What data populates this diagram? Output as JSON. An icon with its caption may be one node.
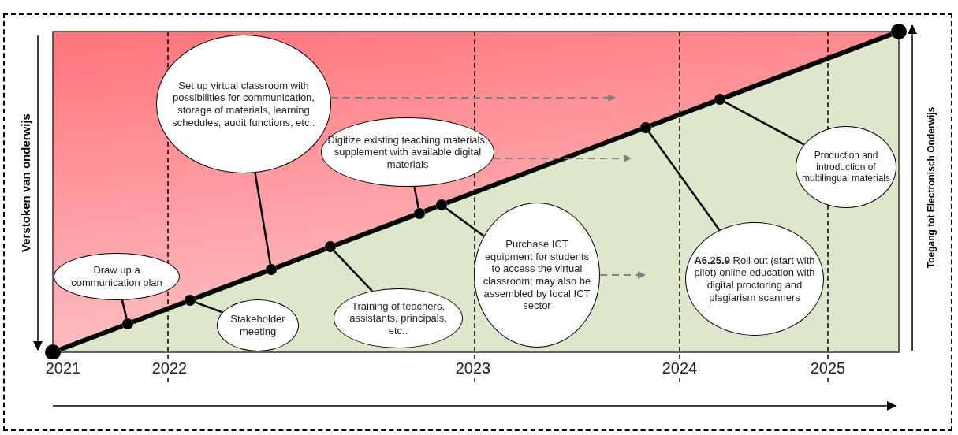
{
  "diagram": {
    "nodes": [
      {
        "text": [
          "Set up virtual classroom with possibilities for communication, storage of materials, learning schedules, audit functions, etc.."
        ]
      },
      {
        "text": [
          "Digitize existing teaching materials, supplement with available digital materials"
        ]
      },
      {
        "text": [
          "Production and introduction of multilingual materials"
        ]
      },
      {
        "text": [
          "Purchase ICT equipment for students to access the virtual classroom; may also be assembled by local ICT sector"
        ]
      },
      {
        "text": [
          "**A6.25.9** Roll out (start with pilot) online education with digital proctoring and plagiarism scanners"
        ]
      },
      {
        "text": [
          "Draw up a communication plan"
        ]
      },
      {
        "text": [
          "Stakeholder meeting"
        ]
      },
      {
        "text": [
          "Training of teachers, assistants, principals, etc.."
        ]
      },
      {
        "text": [],
        "shape": "circle"
      },
      {
        "text": [],
        "shape": "circle"
      },
      {
        "text": [],
        "shape": "circle"
      },
      {
        "text": [],
        "shape": "circle"
      },
      {
        "text": [],
        "shape": "circle"
      },
      {
        "text": [],
        "shape": "circle"
      },
      {
        "text": [],
        "shape": "circle"
      },
      {
        "text": [],
        "shape": "circle"
      },
      {
        "text": [],
        "shape": "circle"
      },
      {
        "text": [],
        "shape": "circle"
      }
    ],
    "edges": [
      {
        "from": 8,
        "to": 9,
        "arrow": "none",
        "style": "thick"
      },
      {
        "from": 9,
        "to": 10,
        "arrow": "none",
        "style": "thick"
      },
      {
        "from": 10,
        "to": 11,
        "arrow": "none",
        "style": "thick"
      },
      {
        "from": 11,
        "to": 12,
        "arrow": "none",
        "style": "thick"
      },
      {
        "from": 12,
        "to": 13,
        "arrow": "none",
        "style": "thick"
      },
      {
        "from": 13,
        "to": 14,
        "arrow": "none",
        "style": "thick"
      },
      {
        "from": 14,
        "to": 15,
        "arrow": "none",
        "style": "thick"
      },
      {
        "from": 15,
        "to": 16,
        "arrow": "none",
        "style": "thick"
      },
      {
        "from": 16,
        "to": 17,
        "arrow": "none",
        "style": "thick"
      },
      {
        "from": 9,
        "to": 5,
        "arrow": "none"
      },
      {
        "from": 10,
        "to": 6,
        "arrow": "none"
      },
      {
        "from": 11,
        "to": 0,
        "arrow": "none"
      },
      {
        "from": 12,
        "to": 7,
        "arrow": "none"
      },
      {
        "from": 13,
        "to": 1,
        "arrow": "none"
      },
      {
        "from": 14,
        "to": 3,
        "arrow": "none"
      },
      {
        "from": 15,
        "to": 4,
        "arrow": "none"
      },
      {
        "from": 16,
        "to": 2,
        "arrow": "none"
      },
      {
        "from": 0,
        "to": null,
        "arrow": "to",
        "style": "dashed",
        "color": "#808080"
      },
      {
        "from": 1,
        "to": null,
        "arrow": "to",
        "style": "dashed",
        "color": "#808080"
      },
      {
        "from": 3,
        "to": null,
        "arrow": "to",
        "style": "dashed",
        "color": "#808080"
      }
    ],
    "labels": [
      "Verstoken van onderwijs",
      "Toegang tot Electronisch Onderwijs",
      "2021",
      "2022",
      "2023",
      "2024",
      "2025"
    ]
  }
}
